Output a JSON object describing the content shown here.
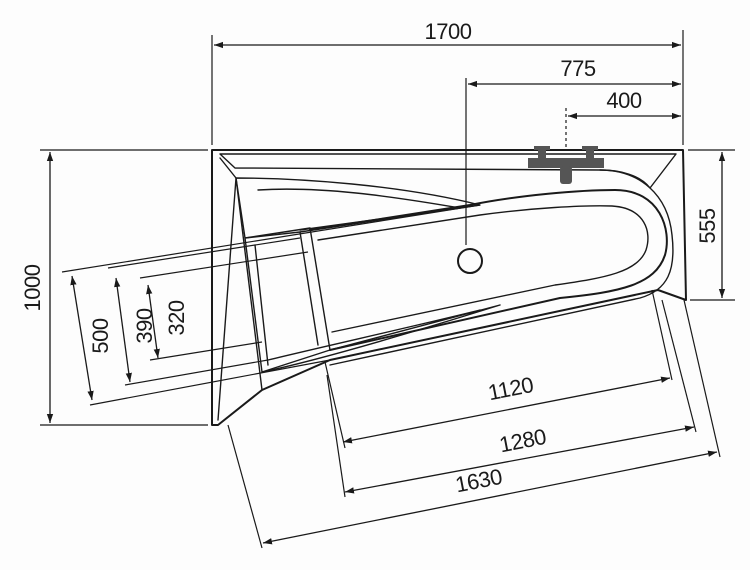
{
  "drawing": {
    "subject": "corner bathtub dimension drawing",
    "units": "mm",
    "dimensions": {
      "overall_length": "1700",
      "drain_from_right": "775",
      "faucet_from_right": "400",
      "overall_width": "1000",
      "right_end_depth": "555",
      "width_500": "500",
      "width_390": "390",
      "width_320": "320",
      "inner_length_1120": "1120",
      "inner_length_1280": "1280",
      "length_1630": "1630"
    },
    "colors": {
      "ink": "#1a1a1a",
      "faucet": "#555555",
      "paper": "#fdfdfd"
    }
  }
}
